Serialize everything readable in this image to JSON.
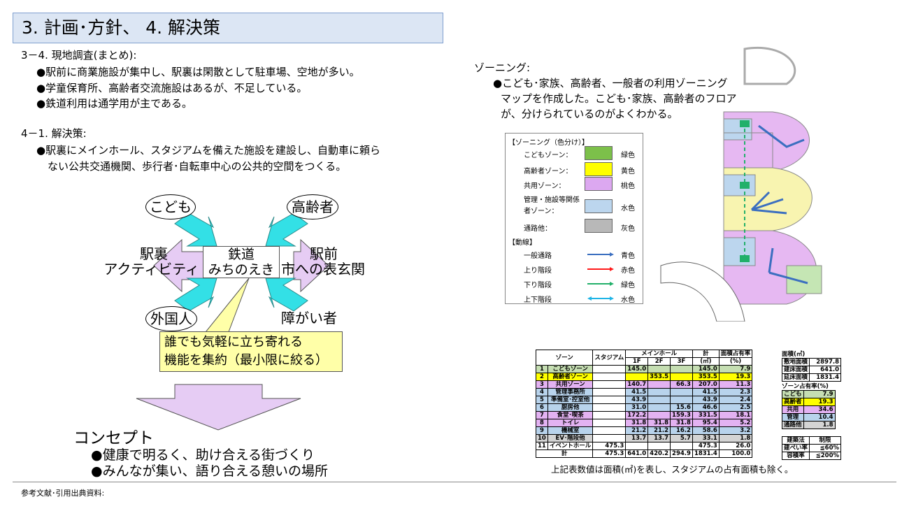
{
  "header": {
    "title": "3. 計画･方針、 4. 解決策"
  },
  "survey": {
    "heading": "3－4. 現地調査(まとめ):",
    "items": [
      "●駅前に商業施設が集中し、駅裏は閑散として駐車場、空地が多い。",
      "●学童保育所、高齢者交流施設はあるが、不足している。",
      "●鉄道利用は通学用が主である。"
    ]
  },
  "solution": {
    "heading": "4－1. 解決策:",
    "lines": [
      "●駅裏にメインホール、スタジアムを備えた施設を建設し、自動車に頼ら",
      "ない公共交通機関、歩行者･自転車中心の公共的空間をつくる。"
    ]
  },
  "diagram": {
    "users": [
      "こども",
      "高齢者",
      "外国人",
      "障がい者"
    ],
    "center": [
      "鉄道",
      "みちのえき"
    ],
    "left": [
      "駅裏",
      "アクティビティ"
    ],
    "right": [
      "駅前",
      "市への表玄関"
    ],
    "callout": [
      "誰でも気軽に立ち寄れる",
      "機能を集約（最小限に絞る）"
    ]
  },
  "concept": {
    "title": "コンセプト",
    "items": [
      "●健康で明るく、助け合える街づくり",
      "●みんなが集い、語り合える憩いの場所"
    ]
  },
  "zoning": {
    "heading": "ゾーニング:",
    "lines": [
      "●こども･家族、高齢者、一般者の利用ゾーニング",
      "マップを作成した。こども･家族、高齢者のフロア",
      "が、分けられているのがよくわかる。"
    ]
  },
  "legend": {
    "title": "【ゾーニング（色分け）】",
    "zones": [
      {
        "label": "こどもゾーン：",
        "color_name": "緑色",
        "color": "#7cc04a"
      },
      {
        "label": "高齢者ゾーン：",
        "color_name": "黄色",
        "color": "#ffff00"
      },
      {
        "label": "共用ゾーン：",
        "color_name": "桃色",
        "color": "#dca8f0"
      },
      {
        "label": "管理・施設等関係者ゾーン：",
        "color_name": "水色",
        "color": "#bcd6ee"
      },
      {
        "label": "通路他：",
        "color_name": "灰色",
        "color": "#b8b8b8"
      }
    ],
    "flow_title": "【動線】",
    "flows": [
      {
        "label": "一般通路",
        "color_name": "青色",
        "color": "#3b6fc0"
      },
      {
        "label": "上り階段",
        "color_name": "赤色",
        "color": "#ff1a1a"
      },
      {
        "label": "下り階段",
        "color_name": "緑色",
        "color": "#22b06a"
      },
      {
        "label": "上下階段",
        "color_name": "水色",
        "color": "#1eb4e6"
      }
    ]
  },
  "table": {
    "headers": {
      "zone": "ゾーン",
      "stadium": "スタジアム",
      "hall": "メインホール",
      "floors": [
        "1F",
        "2F",
        "3F"
      ],
      "total": "計",
      "total_unit": "(㎡)",
      "ratio": "面積占有率",
      "ratio_unit": "(%)"
    },
    "rows": [
      {
        "no": "1",
        "zone": "こどもゾーン",
        "stadium": "",
        "f1": "145.0",
        "f2": "",
        "f3": "",
        "total": "145.0",
        "ratio": "7.9",
        "color": "#c5deb2"
      },
      {
        "no": "2",
        "zone": "高齢者ゾーン",
        "stadium": "",
        "f1": "",
        "f2": "353.5",
        "f3": "",
        "total": "353.5",
        "ratio": "19.3",
        "color": "#ffff00"
      },
      {
        "no": "3",
        "zone": "共用ゾーン",
        "stadium": "",
        "f1": "140.7",
        "f2": "",
        "f3": "66.3",
        "total": "207.0",
        "ratio": "11.3",
        "color": "#e3b2f2"
      },
      {
        "no": "4",
        "zone": "管理事務所",
        "stadium": "",
        "f1": "41.5",
        "f2": "",
        "f3": "",
        "total": "41.5",
        "ratio": "2.3",
        "color": "#b8d3ec"
      },
      {
        "no": "5",
        "zone": "準備室･控室他",
        "stadium": "",
        "f1": "43.9",
        "f2": "",
        "f3": "",
        "total": "43.9",
        "ratio": "2.4",
        "color": "#b8d3ec"
      },
      {
        "no": "6",
        "zone": "厨房他",
        "stadium": "",
        "f1": "31.0",
        "f2": "",
        "f3": "15.6",
        "total": "46.6",
        "ratio": "2.5",
        "color": "#b8d3ec"
      },
      {
        "no": "7",
        "zone": "食堂･喫茶",
        "stadium": "",
        "f1": "172.2",
        "f2": "",
        "f3": "159.3",
        "total": "331.5",
        "ratio": "18.1",
        "color": "#e3b2f2"
      },
      {
        "no": "8",
        "zone": "トイレ",
        "stadium": "",
        "f1": "31.8",
        "f2": "31.8",
        "f3": "31.8",
        "total": "95.4",
        "ratio": "5.2",
        "color": "#e3b2f2"
      },
      {
        "no": "9",
        "zone": "機械室",
        "stadium": "",
        "f1": "21.2",
        "f2": "21.2",
        "f3": "16.2",
        "total": "58.6",
        "ratio": "3.2",
        "color": "#b8d3ec"
      },
      {
        "no": "10",
        "zone": "EV･階段他",
        "stadium": "",
        "f1": "13.7",
        "f2": "13.7",
        "f3": "5.7",
        "total": "33.1",
        "ratio": "1.8",
        "color": "#d4d4d4"
      },
      {
        "no": "11",
        "zone": "イベントホール",
        "stadium": "475.3",
        "f1": "",
        "f2": "",
        "f3": "",
        "total": "475.3",
        "ratio": "26.0",
        "color": "#ffffff"
      }
    ],
    "sum": {
      "label": "計",
      "stadium": "475.3",
      "f1": "641.0",
      "f2": "420.2",
      "f3": "294.9",
      "total": "1831.4",
      "ratio": "100.0"
    }
  },
  "area": {
    "title": "面積(㎡)",
    "rows": [
      {
        "label": "敷地面積",
        "value": "2897.8"
      },
      {
        "label": "建床面積",
        "value": "641.0"
      },
      {
        "label": "延床面積",
        "value": "1831.4"
      }
    ]
  },
  "share": {
    "title": "ゾーン占有率(%)",
    "rows": [
      {
        "label": "こども",
        "value": "7.9",
        "color": "#c5deb2"
      },
      {
        "label": "高齢者",
        "value": "19.3",
        "color": "#ffff00"
      },
      {
        "label": "共用",
        "value": "34.6",
        "color": "#e3b2f2"
      },
      {
        "label": "管理",
        "value": "10.4",
        "color": "#b8d3ec"
      },
      {
        "label": "通路他",
        "value": "1.8",
        "color": "#d4d4d4"
      }
    ]
  },
  "law": {
    "headers": [
      "建築法",
      "制限"
    ],
    "rows": [
      {
        "label": "建ぺい率",
        "value": "≦60%"
      },
      {
        "label": "容積率",
        "value": "≦200%"
      }
    ]
  },
  "table_note": "上記表数値は面積(㎡)を表し、スタジアムの占有面積も除く。",
  "footer": {
    "label": "参考文献･引用出典資料:"
  }
}
